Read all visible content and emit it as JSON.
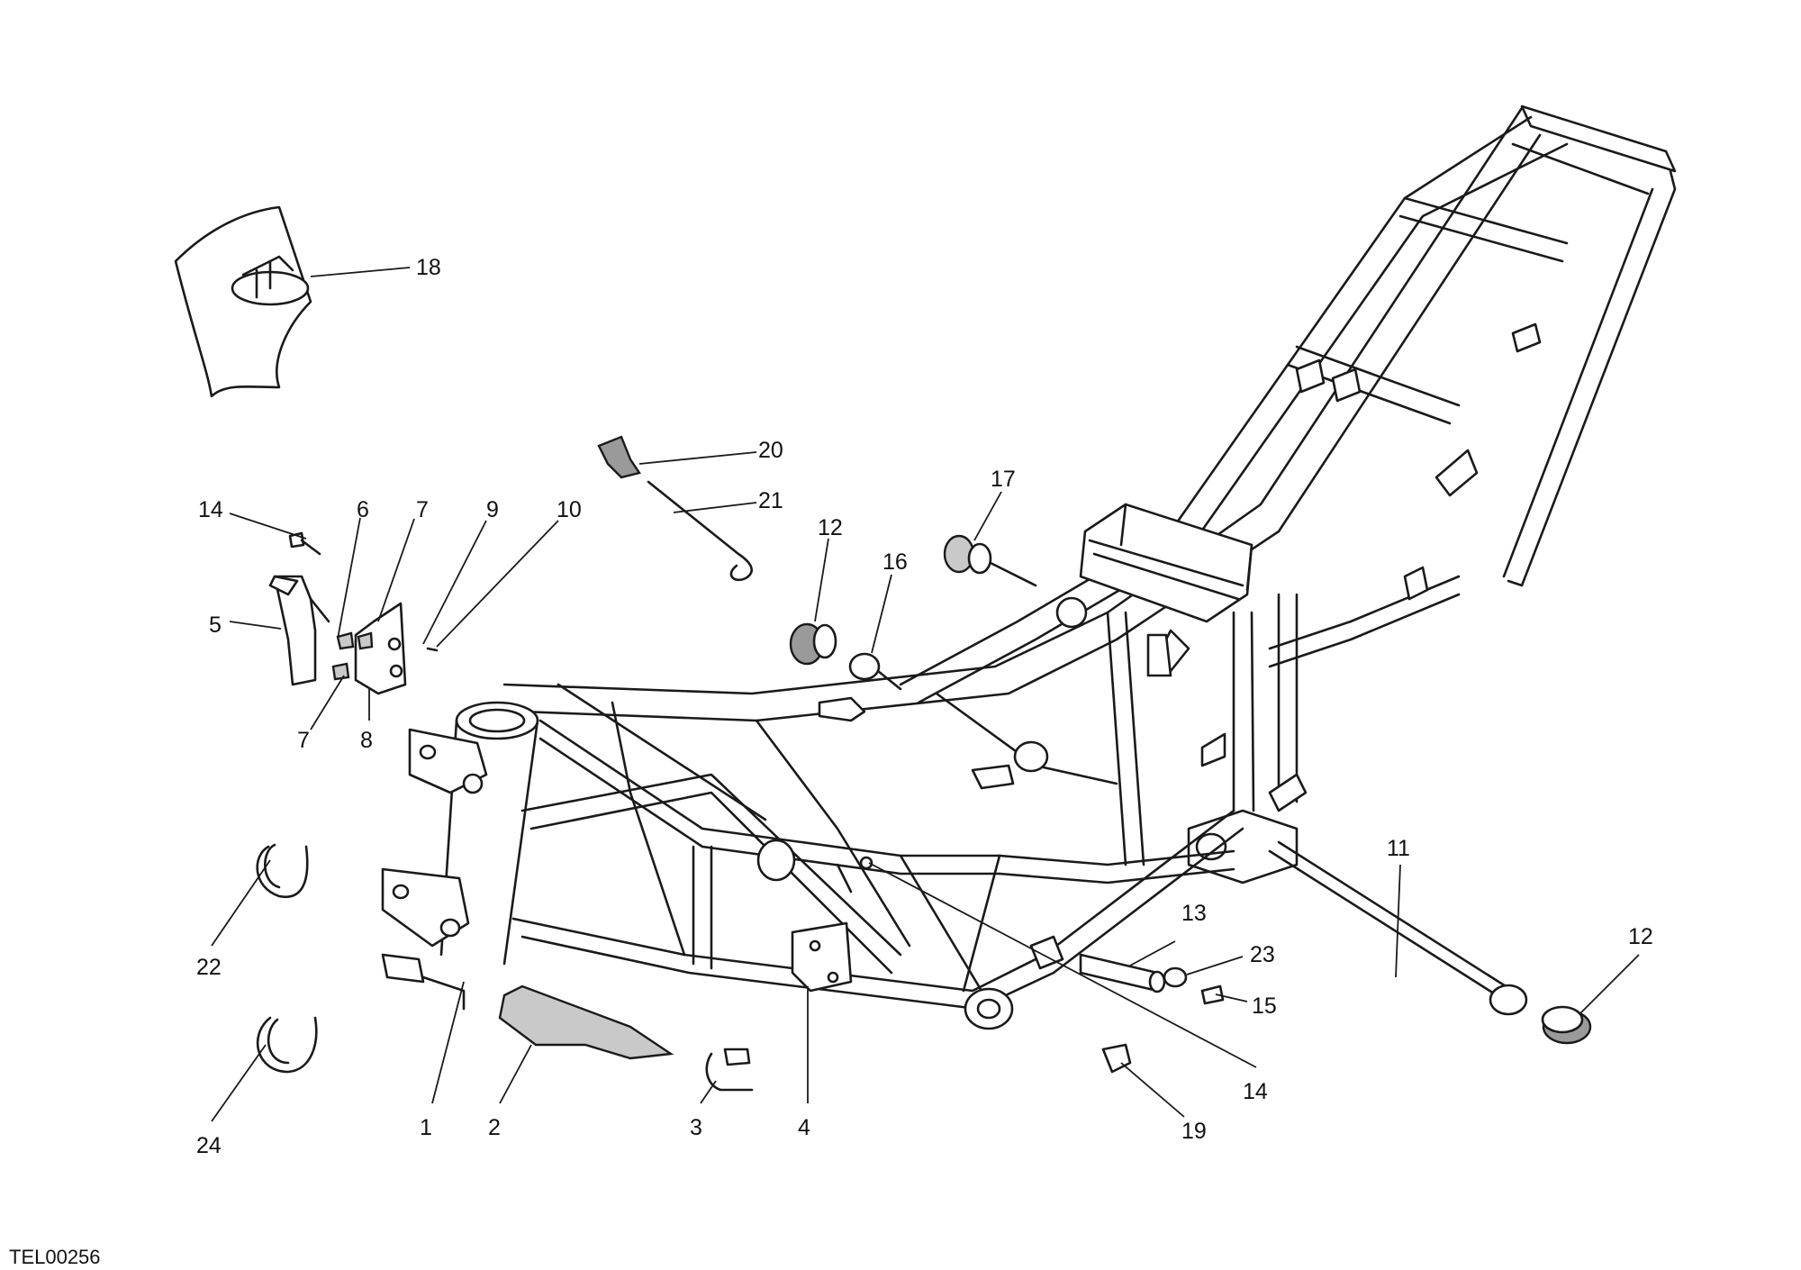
{
  "diagram": {
    "drawing_code": "TEL00256",
    "callouts": {
      "c1": "1",
      "c2": "2",
      "c3": "3",
      "c4": "4",
      "c5": "5",
      "c6": "6",
      "c7a": "7",
      "c7b": "7",
      "c8": "8",
      "c9": "9",
      "c10": "10",
      "c11": "11",
      "c12a": "12",
      "c12b": "12",
      "c13": "13",
      "c14a": "14",
      "c14b": "14",
      "c15": "15",
      "c16": "16",
      "c17": "17",
      "c18": "18",
      "c19": "19",
      "c20": "20",
      "c21": "21",
      "c22": "22",
      "c23": "23",
      "c24": "24"
    }
  }
}
